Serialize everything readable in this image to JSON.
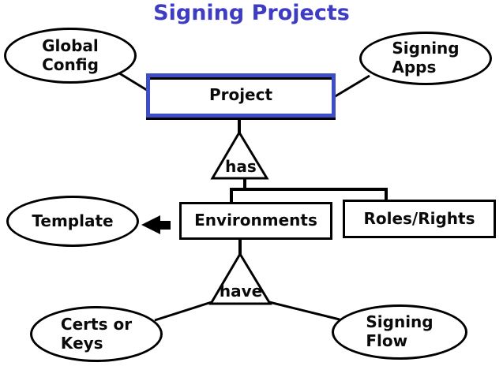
{
  "title": "Signing Projects",
  "colors": {
    "title_blue": "#3e3cc3",
    "accent_blue": "#3e4ec8",
    "line_black": "#000000",
    "background": "#ffffff"
  },
  "nodes": {
    "global_config": {
      "label": "Global\nConfig",
      "shape": "ellipse"
    },
    "signing_apps": {
      "label": "Signing\nApps",
      "shape": "ellipse"
    },
    "project": {
      "label": "Project",
      "shape": "rectangle"
    },
    "has_relation": {
      "label": "has",
      "shape": "triangle"
    },
    "environments": {
      "label": "Environments",
      "shape": "rectangle"
    },
    "roles_rights": {
      "label": "Roles/Rights",
      "shape": "rectangle"
    },
    "template": {
      "label": "Template",
      "shape": "ellipse"
    },
    "have_relation": {
      "label": "have",
      "shape": "triangle"
    },
    "certs_keys": {
      "label": "Certs or\nKeys",
      "shape": "ellipse"
    },
    "signing_flow": {
      "label": "Signing\nFlow",
      "shape": "ellipse"
    }
  },
  "edges": [
    {
      "from": "global_config",
      "to": "project",
      "type": "line"
    },
    {
      "from": "signing_apps",
      "to": "project",
      "type": "line"
    },
    {
      "from": "project",
      "to": "has_relation",
      "type": "line"
    },
    {
      "from": "has_relation",
      "to": "environments",
      "type": "line"
    },
    {
      "from": "has_relation",
      "to": "roles_rights",
      "type": "line"
    },
    {
      "from": "environments",
      "to": "template",
      "type": "arrow"
    },
    {
      "from": "environments",
      "to": "have_relation",
      "type": "line"
    },
    {
      "from": "have_relation",
      "to": "certs_keys",
      "type": "line"
    },
    {
      "from": "have_relation",
      "to": "signing_flow",
      "type": "line"
    }
  ]
}
